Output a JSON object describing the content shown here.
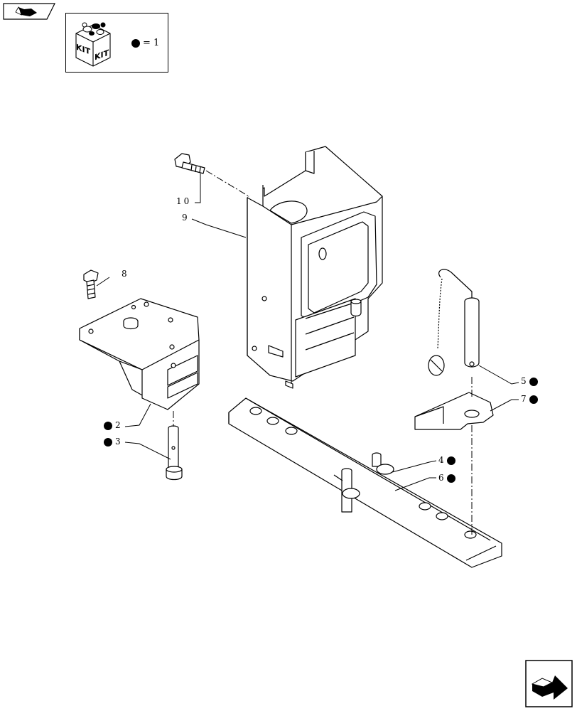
{
  "kit_legend": {
    "box_label_left": "KIT",
    "box_label_right": "KIT",
    "equals_text": "= 1"
  },
  "callouts": [
    {
      "number": "10",
      "kit": false
    },
    {
      "number": "9",
      "kit": false
    },
    {
      "number": "8",
      "kit": false
    },
    {
      "number": "2",
      "kit": true
    },
    {
      "number": "3",
      "kit": true
    },
    {
      "number": "5",
      "kit": true
    },
    {
      "number": "7",
      "kit": true
    },
    {
      "number": "4",
      "kit": true
    },
    {
      "number": "6",
      "kit": true
    }
  ],
  "icons": {
    "previous": "arrow-back-icon",
    "next": "arrow-forward-icon",
    "kit": "kit-box-icon"
  }
}
